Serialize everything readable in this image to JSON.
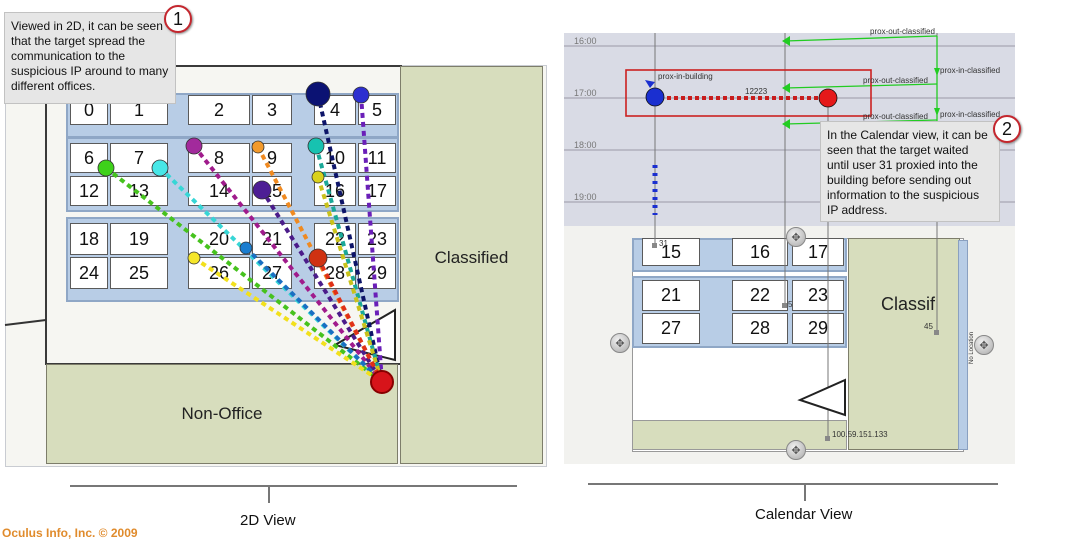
{
  "left_view": {
    "callout_text": "Viewed in 2D, it can be seen that the target spread the communication to the suspicious IP around to many different offices.",
    "badge": "1",
    "rooms": [
      "0",
      "1",
      "2",
      "3",
      "4",
      "5",
      "6",
      "7",
      "8",
      "9",
      "10",
      "11",
      "12",
      "13",
      "14",
      "15",
      "16",
      "17",
      "18",
      "19",
      "20",
      "21",
      "22",
      "23",
      "24",
      "25",
      "26",
      "27",
      "28",
      "29"
    ],
    "zones": {
      "classified": "Classified",
      "non_office": "Non-Office"
    },
    "caption": "2D View"
  },
  "right_view": {
    "times": [
      "16:00",
      "17:00",
      "18:00",
      "19:00"
    ],
    "labels": {
      "prox_in_building": "prox-in-building",
      "count": "12223",
      "prox_out_classified_1": "prox-out-classified",
      "prox_out_classified_2": "prox-out-classified",
      "prox_out_classified_3": "prox-out-classified",
      "prox_in_classified_1": "prox-in-classified",
      "prox_in_classified_2": "prox-in-classified",
      "user_31": "31",
      "ip": "100.59.151.133",
      "small_45": "45",
      "small_5": "5",
      "vertical": "No Location"
    },
    "callout_text": "In the Calendar view, it can be seen that the target waited until user 31 proxied into the building before sending out information to the suspicious IP address.",
    "badge": "2",
    "rooms": [
      "15",
      "16",
      "17",
      "21",
      "22",
      "23",
      "27",
      "28",
      "29"
    ],
    "zone_label": "Classif",
    "caption": "Calendar View"
  },
  "copyright": "Oculus Info, Inc. © 2009",
  "colors": {
    "accent_red": "#d7141a",
    "highlight": "#cc2020",
    "classified_zone": "#d7ddbd",
    "office_block": "#b8cde6"
  }
}
